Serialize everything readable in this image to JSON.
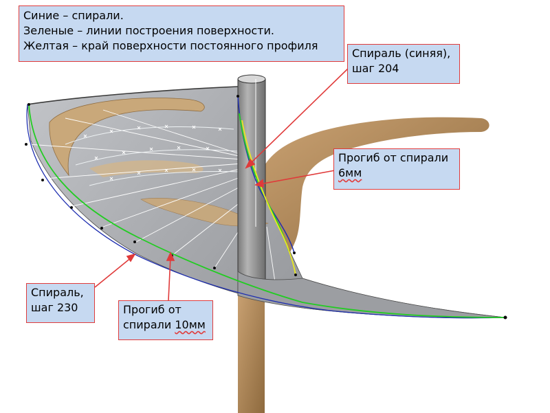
{
  "legend": {
    "line1": "Синие – спирали.",
    "line2": "Зеленые – линии построения поверхности.",
    "line3": "Желтая – край поверхности постоянного профиля"
  },
  "callout_top": {
    "line1": "Спираль (синяя),",
    "line2": "шаг 204"
  },
  "callout_deviation_6": {
    "line1": "Прогиб от спирали",
    "line2": "6мм"
  },
  "callout_left": {
    "line1": "Спираль,",
    "line2": "шаг 230"
  },
  "callout_deviation_10": {
    "line1": "Прогиб от",
    "line2_prefix": "спирали ",
    "line2_value": "10мм"
  },
  "colors": {
    "spiral": "#1f2fb0",
    "construction": "#22cc22",
    "constant_profile_edge": "#e8e820",
    "annotation_border": "#e03a3a",
    "annotation_fill": "#c6d9f1",
    "blade_surface": "#a9abaf",
    "shaft": "#8c8c8c",
    "body_tan": "#c8a171"
  }
}
